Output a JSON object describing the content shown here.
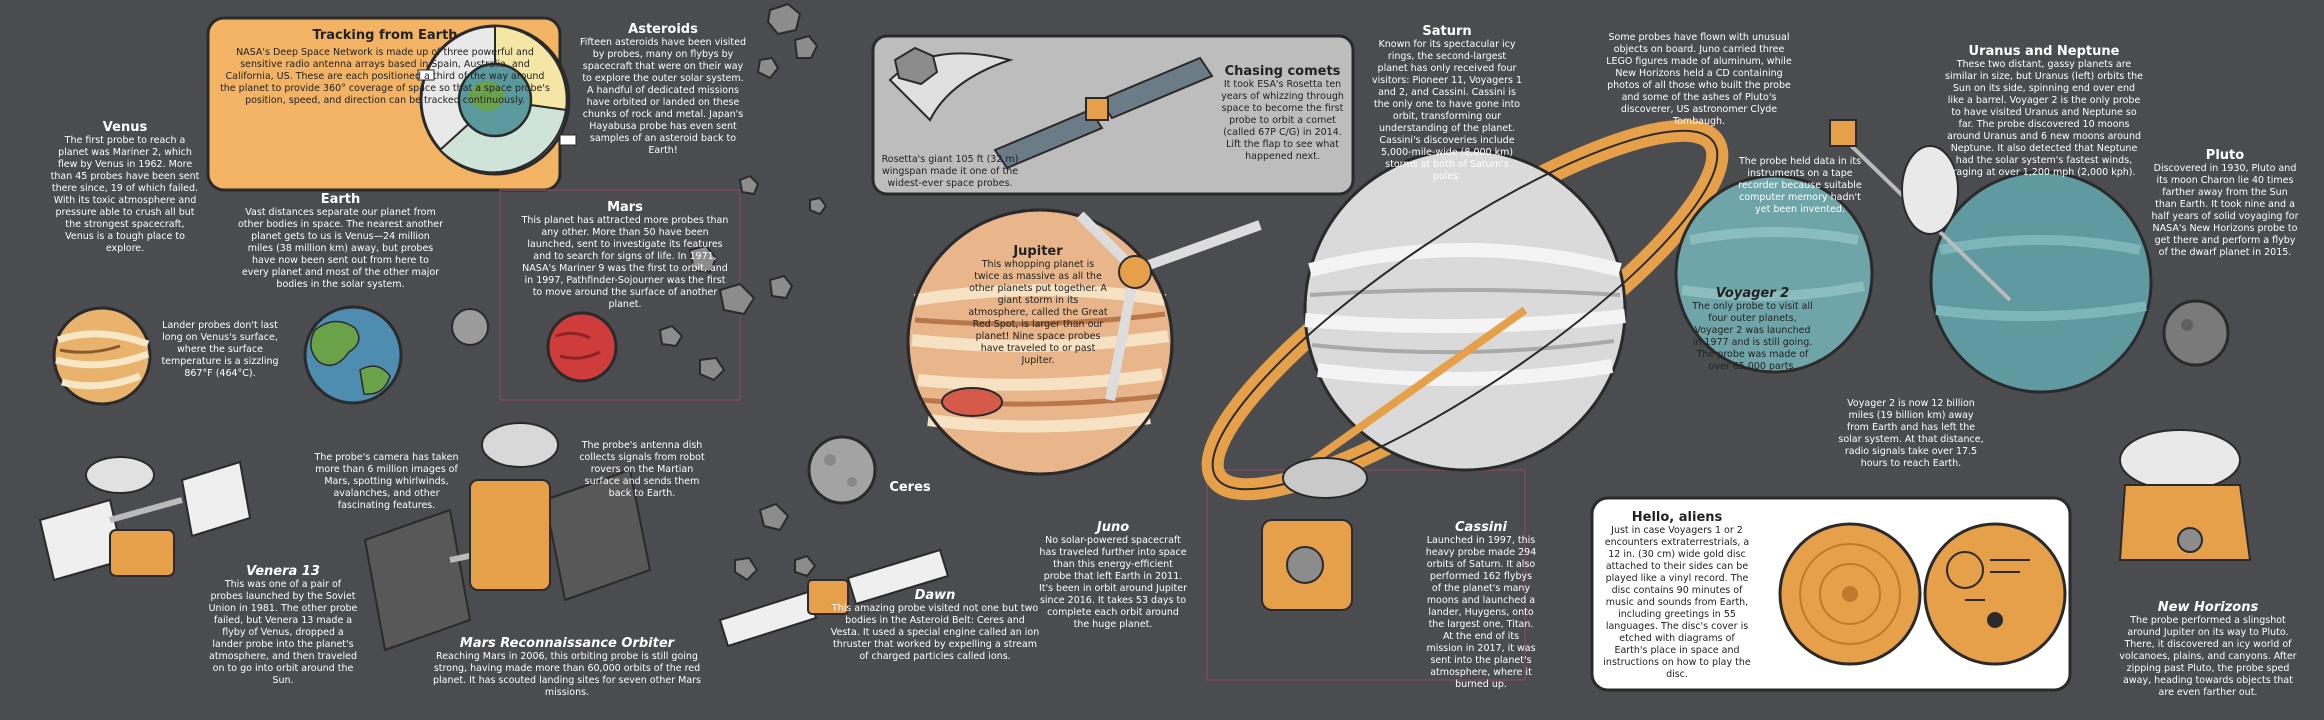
{
  "tracking": {
    "title": "Tracking from Earth",
    "text": "NASA's Deep Space Network is made up of three powerful and sensitive radio antenna arrays based in Spain, Australia, and California, US. These are each positioned a third of the way around the planet to provide 360° coverage of space so that a space probe's position, speed, and direction can be tracked continuously."
  },
  "venus": {
    "title": "Venus",
    "text": "The first probe to reach a planet was Mariner 2, which flew by Venus in 1962. More than 45 probes have been sent there since, 19 of which failed. With its toxic atmosphere and pressure able to crush all but the strongest spacecraft, Venus is a tough place to explore.",
    "note": "Lander probes don't last long on Venus's surface, where the surface temperature is a sizzling 867°F (464°C)."
  },
  "earth": {
    "title": "Earth",
    "text": "Vast distances separate our planet from other bodies in space. The nearest another planet gets to us is Venus—24 million miles (38 million km) away, but probes have now been sent out from here to every planet and most of the other major bodies in the solar system."
  },
  "asteroids": {
    "title": "Asteroids",
    "text": "Fifteen asteroids have been visited by probes, many on flybys by spacecraft that were on their way to explore the outer solar system. A handful of dedicated missions have orbited or landed on these chunks of rock and metal. Japan's Hayabusa probe has even sent samples of an asteroid back to Earth!"
  },
  "mars": {
    "title": "Mars",
    "text": "This planet has attracted more probes than any other. More than 50 have been launched, sent to investigate its features and to search for signs of life. In 1971, NASA's Mariner 9 was the first to orbit, and in 1997, Pathfinder-Sojourner was the first to move around the surface of another planet."
  },
  "comets": {
    "title": "Chasing comets",
    "text": "It took ESA's Rosetta ten years of whizzing through space to become the first probe to orbit a comet (called 67P C/G) in 2014. Lift the flap to see what happened next.",
    "caption": "Rosetta's giant 105 ft (32 m) wingspan made it one of the widest-ever space probes."
  },
  "jupiter": {
    "title": "Jupiter",
    "text": "This whopping planet is twice as massive as all the other planets put together. A giant storm in its atmosphere, called the Great Red Spot, is larger than our planet! Nine space probes have traveled to or past Jupiter."
  },
  "saturn": {
    "title": "Saturn",
    "text": "Known for its spectacular icy rings, the second-largest planet has only received four visitors: Pioneer 11, Voyagers 1 and 2, and Cassini. Cassini is the only one to have gone into orbit, transforming our understanding of the planet. Cassini's discoveries include 5,000-mile-wide (8,000 km) storms at both of Saturn's poles."
  },
  "voyager_disc": {
    "text": "Some probes have flown with unusual objects on board. Juno carried three LEGO figures made of aluminum, while New Horizons held a CD containing photos of all those who built the probe and some of the ashes of Pluto's discoverer, US astronomer Clyde Tombaugh."
  },
  "uranus_neptune": {
    "title": "Uranus and Neptune",
    "text": "These two distant, gassy planets are similar in size, but Uranus (left) orbits the Sun on its side, spinning end over end like a barrel. Voyager 2 is the only probe to have visited Uranus and Neptune so far. The probe discovered 10 moons around Uranus and 6 new moons around Neptune. It also detected that Neptune had the solar system's fastest winds, raging at over 1,200 mph (2,000 kph)."
  },
  "voyager2": {
    "title": "Voyager 2",
    "text": "The only probe to visit all four outer planets, Voyager 2 was launched in 1977 and is still going. The probe was made of over 65,000 parts.",
    "tape": "The probe held data in its instruments on a tape recorder because suitable computer memory hadn't yet been invented.",
    "distance": "Voyager 2 is now 12 billion miles (19 billion km) away from Earth and has left the solar system. At that distance, radio signals take over 17.5 hours to reach Earth."
  },
  "pluto": {
    "title": "Pluto",
    "text": "Discovered in 1930, Pluto and its moon Charon lie 40 times farther away from the Sun than Earth. It took nine and a half years of solid voyaging for NASA's New Horizons probe to get there and perform a flyby of the dwarf planet in 2015."
  },
  "venera": {
    "title": "Venera 13",
    "text": "This was one of a pair of probes launched by the Soviet Union in 1981. The other probe failed, but Venera 13 made a flyby of Venus, dropped a lander probe into the planet's atmosphere, and then traveled on to go into orbit around the Sun."
  },
  "mro": {
    "title": "Mars Reconnaissance Orbiter",
    "text": "Reaching Mars in 2006, this orbiting probe is still going strong, having made more than 60,000 orbits of the red planet. It has scouted landing sites for seven other Mars missions.",
    "camera": "The probe's camera has taken more than 6 million images of Mars, spotting whirlwinds, avalanches, and other fascinating features.",
    "antenna": "The probe's antenna dish collects signals from robot rovers on the Martian surface and sends them back to Earth."
  },
  "ceres": {
    "title": "Ceres"
  },
  "dawn": {
    "title": "Dawn",
    "text": "This amazing probe visited not one but two bodies in the Asteroid Belt: Ceres and Vesta. It used a special engine called an ion thruster that worked by expelling a stream of charged particles called ions."
  },
  "juno": {
    "title": "Juno",
    "text": "No solar-powered spacecraft has traveled further into space than this energy-efficient probe that left Earth in 2011. It's been in orbit around Jupiter since 2016. It takes 53 days to complete each orbit around the huge planet."
  },
  "cassini": {
    "title": "Cassini",
    "text": "Launched in 1997, this heavy probe made 294 orbits of Saturn. It also performed 162 flybys of the planet's many moons and launched a lander, Huygens, onto the largest one, Titan. At the end of its mission in 2017, it was sent into the planet's atmosphere, where it burned up."
  },
  "aliens": {
    "title": "Hello, aliens",
    "text": "Just in case Voyagers 1 or 2 encounters extraterrestrials, a 12 in. (30 cm) wide gold disc attached to their sides can be played like a vinyl record. The disc contains 90 minutes of music and sounds from Earth, including greetings in 55 languages. The disc's cover is etched with diagrams of Earth's place in space and instructions on how to play the disc."
  },
  "newhorizons": {
    "title": "New Horizons",
    "text": "The probe performed a slingshot around Jupiter on its way to Pluto. There, it discovered an icy world of volcanoes, plains, and canyons. After zipping past Pluto, the probe sped away, heading towards objects that are even farther out."
  },
  "colors": {
    "background": "#4b4c50",
    "orange_panel": "#f2b364",
    "gray_panel": "#bdbdbd",
    "white_panel": "#ffffff",
    "mars_red": "#cf3c3c",
    "gold": "#e7a04a",
    "teal": "#6fa5a8"
  }
}
